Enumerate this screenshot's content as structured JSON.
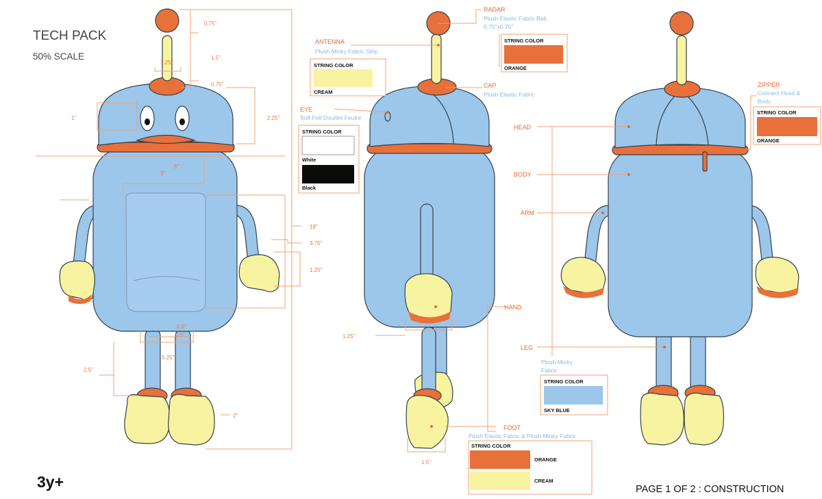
{
  "header": {
    "title": "TECH PACK",
    "scale": "50% SCALE"
  },
  "footer": {
    "age": "3y+",
    "page": "PAGE 1 OF 2 : CONSTRUCTION"
  },
  "colors": {
    "sky_blue": "#9cc6ea",
    "orange": "#e8703a",
    "cream": "#f7f3a0",
    "white": "#ffffff",
    "black": "#0d0b0a",
    "line": "#f0a070",
    "label": "#e8682e",
    "desc": "#8cb8e0"
  },
  "dimensions": {
    "radar": "0.75\"",
    "antenna": "1.5\"",
    "cap_width": "1.25\"",
    "cap_height": "0.75\"",
    "eye": "1\"",
    "head": "2.25\"",
    "neck": "5\"",
    "pocket": "3\"",
    "total_height": "18\"",
    "arm": "3.75\"",
    "hand": "1.25\"",
    "leg_gap": "0.5\"",
    "leg_gap_2": "0.5\"",
    "waist": "5.25\"",
    "leg": "2.5\"",
    "foot_height": "2\"",
    "side_hand": "1.25\"",
    "side_foot": "1.5\""
  },
  "callouts": {
    "radar": {
      "label": "RADAR",
      "desc_1": "Plush Elastic Fabric Ball,",
      "desc_2": "0.75\"x0.75\"",
      "string_color": "STRING COLOR",
      "swatch": "ORANGE"
    },
    "antenna": {
      "label": "ANTENNA",
      "desc": "Plush Minky Fabric Strip",
      "string_color": "STRING COLOR",
      "swatch": "CREAM"
    },
    "cap": {
      "label": "CAP",
      "desc": "Plush Elastic Fabric"
    },
    "eye": {
      "label": "EYE",
      "desc": "Soft Felt Douillet Feutre",
      "string_color": "STRING COLOR",
      "swatch_1": "White",
      "swatch_2": "Black"
    },
    "zipper": {
      "label": "ZIPPER",
      "desc_1": "Connect Head &",
      "desc_2": "Body",
      "string_color": "STRING COLOR",
      "swatch": "ORANGE"
    },
    "parts": {
      "head": "HEAD",
      "body": "BODY",
      "arm": "ARM",
      "leg": "LEG",
      "hand": "HAND"
    },
    "leg_fabric": {
      "desc_1": "Plush Minky",
      "desc_2": "Fabric",
      "string_color": "STRING COLOR",
      "swatch": "SKY BLUE"
    },
    "foot": {
      "label": "FOOT",
      "desc": "Plush Elastic Fabric & Plush Minky Fabric",
      "string_color": "STRING COLOR",
      "swatch_1": "ORANGE",
      "swatch_2": "CREAM"
    }
  }
}
